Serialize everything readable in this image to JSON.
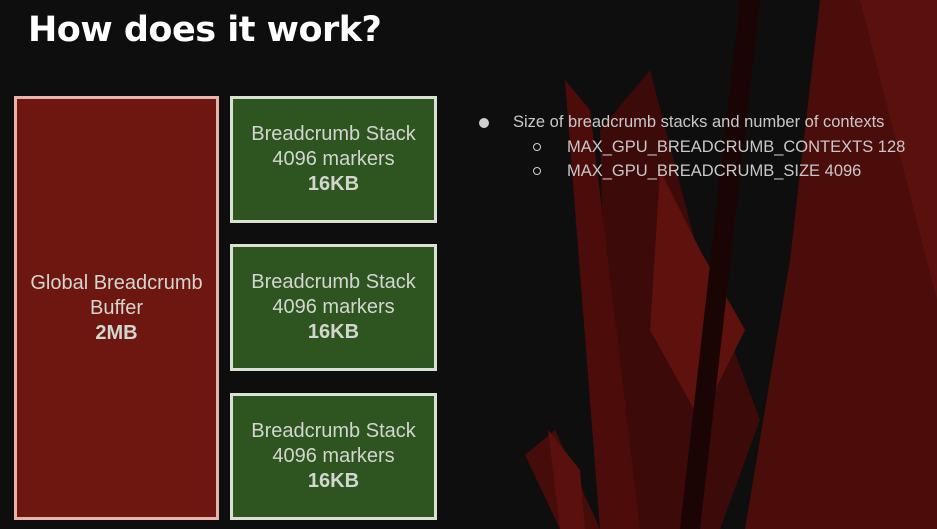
{
  "slide": {
    "title": "How does it work?"
  },
  "diagram": {
    "global_buffer": {
      "line1": "Global Breadcrumb",
      "line2": "Buffer",
      "size": "2MB"
    },
    "stacks": [
      {
        "line1": "Breadcrumb Stack",
        "line2": "4096 markers",
        "size": "16KB"
      },
      {
        "line1": "Breadcrumb Stack",
        "line2": "4096 markers",
        "size": "16KB"
      },
      {
        "line1": "Breadcrumb Stack",
        "line2": "4096 markers",
        "size": "16KB"
      }
    ]
  },
  "bullets": {
    "main": "Size of breadcrumb stacks and number of contexts",
    "sub": [
      "MAX_GPU_BREADCRUMB_CONTEXTS 128",
      "MAX_GPU_BREADCRUMB_SIZE 4096"
    ]
  },
  "colors": {
    "background": "#0e0e0e",
    "global_fill": "#6e1610",
    "stack_fill": "#2e5420",
    "accent_red": "#5a100c"
  }
}
